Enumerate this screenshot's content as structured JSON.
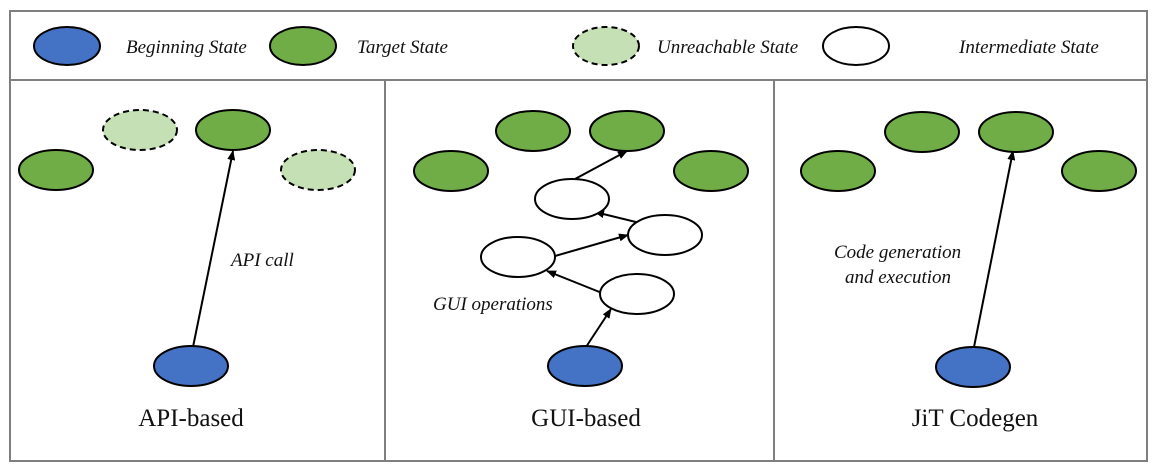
{
  "colors": {
    "beginning": "#4472C4",
    "target": "#70AD47",
    "unreachable": "#C5E0B4",
    "intermediate": "#FFFFFF",
    "outline": "#000000",
    "frame": "#7F7F7F"
  },
  "legend": [
    {
      "key": "beginning",
      "label": "Beginning State"
    },
    {
      "key": "target",
      "label": "Target State"
    },
    {
      "key": "unreachable",
      "label": "Unreachable State"
    },
    {
      "key": "intermediate",
      "label": "Intermediate State"
    }
  ],
  "panels": [
    {
      "id": "api",
      "title": "API-based",
      "edge_label_lines": [
        "API call"
      ],
      "nodes": [
        {
          "id": "t1",
          "state": "target"
        },
        {
          "id": "u1",
          "state": "unreachable"
        },
        {
          "id": "t2",
          "state": "target"
        },
        {
          "id": "u2",
          "state": "unreachable"
        },
        {
          "id": "b",
          "state": "beginning"
        }
      ],
      "edges": [
        {
          "from": "b",
          "to": "t2"
        }
      ]
    },
    {
      "id": "gui",
      "title": "GUI-based",
      "edge_label_lines": [
        "GUI operations"
      ],
      "nodes": [
        {
          "id": "t1",
          "state": "target"
        },
        {
          "id": "t2",
          "state": "target"
        },
        {
          "id": "t3",
          "state": "target"
        },
        {
          "id": "t4",
          "state": "target"
        },
        {
          "id": "i1",
          "state": "intermediate"
        },
        {
          "id": "i2",
          "state": "intermediate"
        },
        {
          "id": "i3",
          "state": "intermediate"
        },
        {
          "id": "i4",
          "state": "intermediate"
        },
        {
          "id": "b",
          "state": "beginning"
        }
      ],
      "edges": [
        {
          "from": "b",
          "to": "i4"
        },
        {
          "from": "i4",
          "to": "i3"
        },
        {
          "from": "i3",
          "to": "i2"
        },
        {
          "from": "i2",
          "to": "i1"
        },
        {
          "from": "i1",
          "to": "t3"
        }
      ]
    },
    {
      "id": "jit",
      "title": "JiT Codegen",
      "edge_label_lines": [
        "Code generation",
        "and execution"
      ],
      "nodes": [
        {
          "id": "t1",
          "state": "target"
        },
        {
          "id": "t2",
          "state": "target"
        },
        {
          "id": "t3",
          "state": "target"
        },
        {
          "id": "t4",
          "state": "target"
        },
        {
          "id": "b",
          "state": "beginning"
        }
      ],
      "edges": [
        {
          "from": "b",
          "to": "t3"
        }
      ]
    }
  ]
}
